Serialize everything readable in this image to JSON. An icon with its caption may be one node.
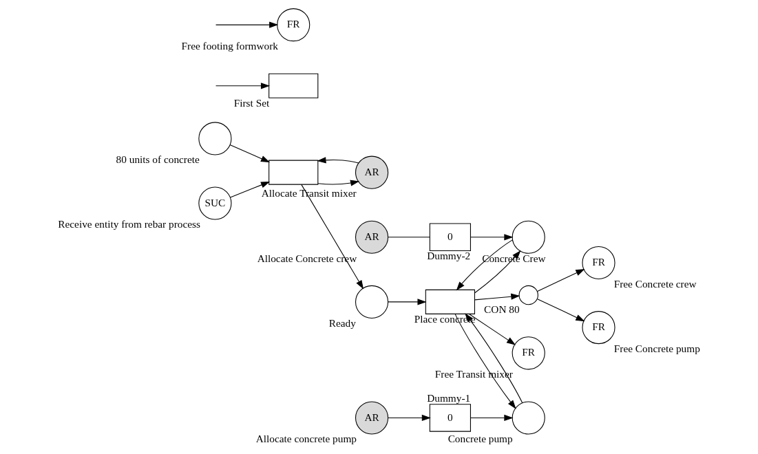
{
  "diagram": {
    "nodes": [
      {
        "text": [],
        "shape": "circle",
        "beside": [
          "80 units of concrete"
        ]
      },
      {
        "text": [],
        "shape": "box"
      },
      {
        "text": [
          "AR"
        ],
        "beside": [
          "Allocate Transit mixer"
        ]
      },
      {
        "text": [
          "SUC"
        ],
        "beside": [
          "Receive entity from rebar process"
        ]
      },
      {
        "text": [],
        "shape": "circle",
        "beside": [
          "Ready"
        ]
      },
      {
        "text": [
          "AR"
        ],
        "beside": [
          "Allocate Concrete crew"
        ]
      },
      {
        "text": [
          "0"
        ],
        "beside": [
          "Dummy-2"
        ]
      },
      {
        "text": [],
        "shape": "circle",
        "beside": [
          "Concrete Crew"
        ]
      },
      {
        "text": [],
        "shape": "box",
        "beside": [
          "Place concrete"
        ]
      },
      {
        "text": [],
        "shape": "circle",
        "beside": [
          "Concrete pump"
        ]
      },
      {
        "text": [
          "AR"
        ],
        "beside": [
          "Allocate concrete pump"
        ]
      },
      {
        "text": [
          "0"
        ],
        "beside": [
          "Dummy-1"
        ]
      },
      {
        "text": [],
        "shape": "circle",
        "beside": [
          "CON 80"
        ]
      },
      {
        "text": [
          "FR"
        ],
        "beside": [
          "Free Concrete crew"
        ]
      },
      {
        "text": [
          "FR"
        ],
        "beside": [
          "Free Concrete pump"
        ]
      },
      {
        "text": [],
        "shape": "box",
        "beside": [
          "First Set"
        ]
      },
      {
        "text": [
          "FR"
        ],
        "beside": [
          "Free footing formwork"
        ]
      },
      {
        "text": [
          "FR"
        ],
        "beside": [
          "Free Transit mixer"
        ]
      }
    ],
    "edges": [
      {
        "from": 0,
        "to": 1,
        "arrow": "to"
      },
      {
        "from": 2,
        "to": 1,
        "arrow": "to"
      },
      {
        "from": 3,
        "to": 1,
        "arrow": "to"
      },
      {
        "from": 1,
        "to": 2,
        "arrow": "to"
      },
      {
        "from": 1,
        "to": 4,
        "arrow": "to"
      },
      {
        "from": 4,
        "to": 8,
        "arrow": "to"
      },
      {
        "from": 5,
        "to": 6,
        "arrow": "none"
      },
      {
        "from": 6,
        "to": 7,
        "arrow": "to"
      },
      {
        "from": 7,
        "to": 8,
        "arrow": "to"
      },
      {
        "from": 9,
        "to": 8,
        "arrow": "to"
      },
      {
        "from": 8,
        "to": 12,
        "arrow": "to"
      },
      {
        "from": 8,
        "to": 7,
        "arrow": "to"
      },
      {
        "from": 8,
        "to": 9,
        "arrow": "to"
      },
      {
        "from": 8,
        "to": 17,
        "arrow": "to"
      },
      {
        "from": 10,
        "to": 11,
        "arrow": "to"
      },
      {
        "from": 11,
        "to": 9,
        "arrow": "to"
      },
      {
        "from": 12,
        "to": 13,
        "arrow": "to"
      },
      {
        "from": 12,
        "to": 14,
        "arrow": "to"
      },
      {
        "from": null,
        "to": 15,
        "arrow": "to"
      },
      {
        "from": null,
        "to": 16,
        "arrow": "to"
      }
    ]
  }
}
